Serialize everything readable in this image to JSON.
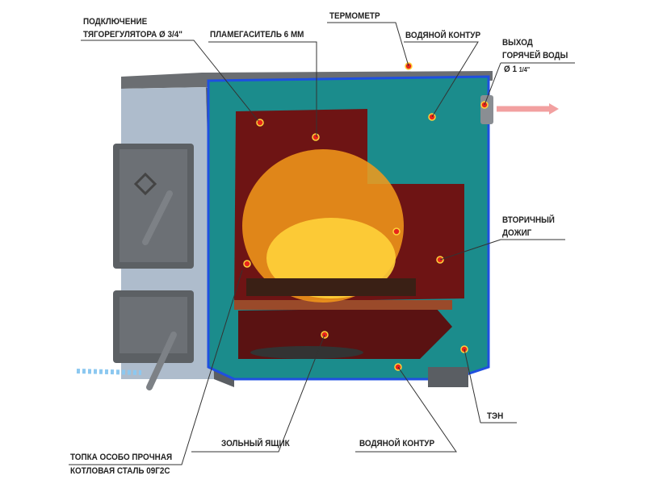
{
  "labels": {
    "draft_regulator_1": "ПОДКЛЮЧЕНИЕ",
    "draft_regulator_2": "ТЯГОРЕГУЛЯТОРА Ø 3/4\"",
    "flame_damper": "ПЛАМЕГАСИТЕЛЬ 6 ММ",
    "thermometer": "ТЕРМОМЕТР",
    "water_jacket_top": "ВОДЯНОЙ КОНТУР",
    "hot_water_1": "ВЫХОД",
    "hot_water_2": "ГОРЯЧЕЙ ВОДЫ",
    "hot_water_3a": "Ø 1",
    "hot_water_3b": "1/4\"",
    "afterburn_1": "ВТОРИЧНЫЙ",
    "afterburn_2": "ДОЖИГ",
    "heater": "ТЭН",
    "water_jacket_bottom": "ВОДЯНОЙ КОНТУР",
    "ash_box": "ЗОЛЬНЫЙ ЯЩИК",
    "firebox_1": "ТОПКА  ОСОБО ПРОЧНАЯ",
    "firebox_2": "КОТЛОВАЯ СТАЛЬ 09Г2С"
  },
  "colors": {
    "outline": "#1f4fe0",
    "water": "#1b8c8c",
    "firebox": "#6e1414",
    "body": "#aebccc",
    "marker": "#e8251b"
  }
}
